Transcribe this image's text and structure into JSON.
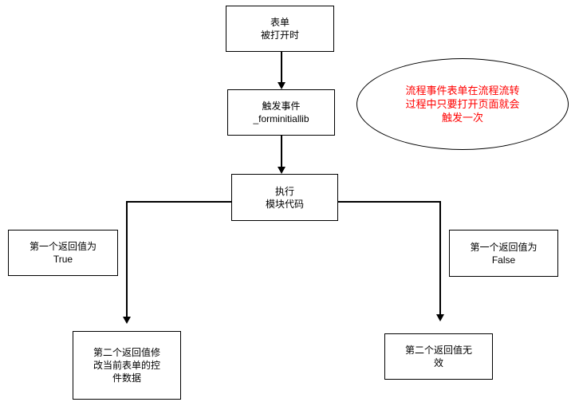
{
  "diagram_title": "form-event-flowchart",
  "nodes": {
    "form_opened": {
      "lines": [
        "表单",
        "被打开时"
      ]
    },
    "trigger_event": {
      "lines": [
        "触发事件",
        "_forminitiallib"
      ]
    },
    "note": {
      "lines": [
        "流程事件表单在流程流转",
        "过程中只要打开页面就会",
        "触发一次"
      ]
    },
    "execute": {
      "lines": [
        "执行",
        "模块代码"
      ]
    },
    "true_branch": {
      "lines": [
        "第一个返回值为",
        "True"
      ]
    },
    "false_branch": {
      "lines": [
        "第一个返回值为",
        "False"
      ]
    },
    "second_return_modify": {
      "lines": [
        "第二个返回值修",
        "改当前表单的控",
        "件数据"
      ]
    },
    "second_return_invalid": {
      "lines": [
        "第二个返回值无",
        "效"
      ]
    }
  },
  "colors": {
    "background": "#ffffff",
    "node_border": "#000000",
    "node_text": "#000000",
    "connector": "#000000",
    "note_text": "#ff0000"
  }
}
